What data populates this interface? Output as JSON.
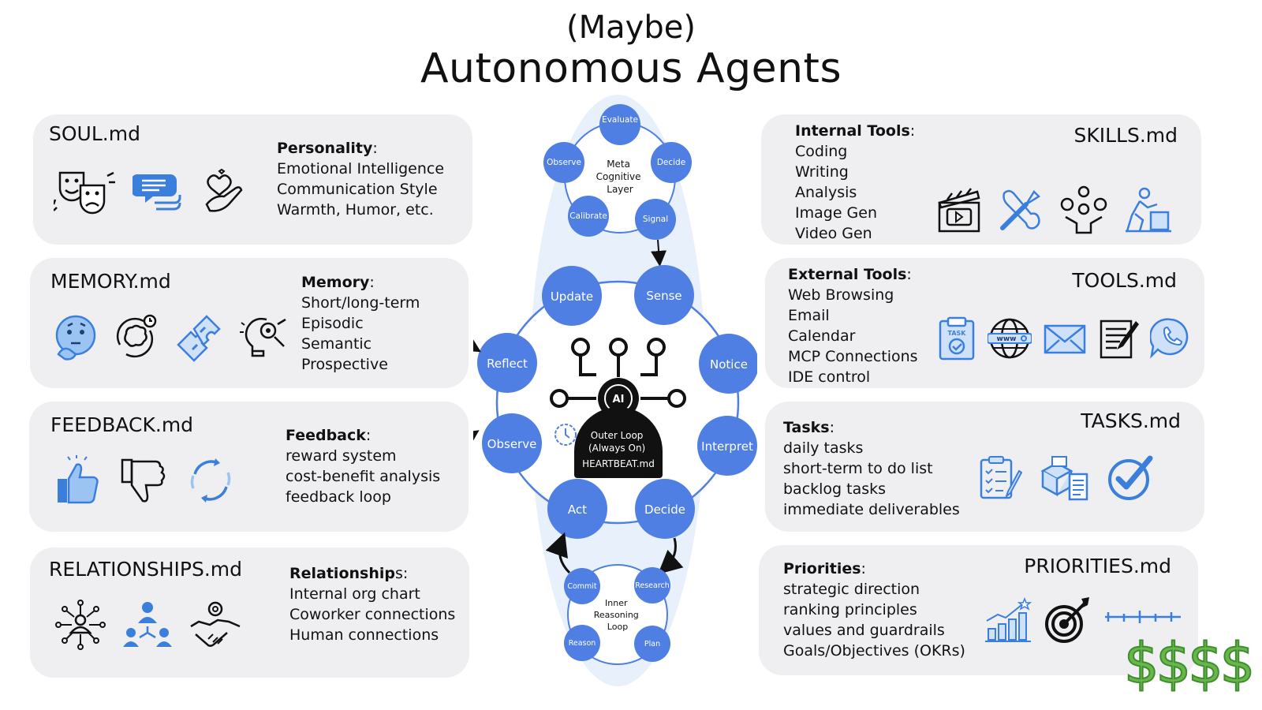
{
  "header": {
    "subtitle": "(Maybe)",
    "title": "Autonomous Agents"
  },
  "left_cards": [
    {
      "title": "SOUL.md",
      "heading": "Personality",
      "heading_suffix": ":",
      "items": [
        "Emotional Intelligence",
        "Communication Style",
        "Warmth, Humor, etc."
      ],
      "icons": [
        "theater-masks-icon",
        "chat-bubbles-icon",
        "heart-hand-icon"
      ]
    },
    {
      "title": "MEMORY.md",
      "heading": "Memory",
      "heading_suffix": ":",
      "items": [
        "Short/long-term",
        "Episodic",
        "Semantic",
        "Prospective"
      ],
      "icons": [
        "thinking-face-icon",
        "brain-cycle-icon",
        "puzzle-pieces-icon",
        "lightbulb-gears-icon"
      ]
    },
    {
      "title": "FEEDBACK.md",
      "heading": "Feedback",
      "heading_suffix": ":",
      "items": [
        "reward system",
        "cost-benefit analysis",
        "feedback loop"
      ],
      "icons": [
        "thumbs-up-icon",
        "thumbs-down-icon",
        "refresh-cycle-icon"
      ]
    },
    {
      "title": "RELATIONSHIPS.md",
      "heading": "Relationship",
      "heading_suffix": "s:",
      "items": [
        "Internal org chart",
        "Coworker connections",
        "Human connections"
      ],
      "icons": [
        "network-person-icon",
        "team-hierarchy-icon",
        "handshake-gear-icon"
      ]
    }
  ],
  "right_cards": [
    {
      "title": "SKILLS.md",
      "heading": "Internal Tools",
      "heading_suffix": ":",
      "items": [
        "Coding",
        "Writing",
        "Analysis",
        "Image Gen",
        "Video Gen"
      ],
      "icons": [
        "clapperboard-icon",
        "tools-icon",
        "juggling-person-icon",
        "worker-icon"
      ]
    },
    {
      "title": "TOOLS.md",
      "heading": "External Tools",
      "heading_suffix": ":",
      "items": [
        "Web Browsing",
        "Email",
        "Calendar",
        "MCP Connections",
        "IDE control"
      ],
      "icons": [
        "task-clipboard-icon",
        "www-globe-icon",
        "envelope-icon",
        "document-pen-icon",
        "phone-bubble-icon"
      ]
    },
    {
      "title": "TASKS.md",
      "heading": "Tasks",
      "heading_suffix": ":",
      "items": [
        "daily tasks",
        "short-term to do list",
        "backlog tasks",
        "immediate deliverables"
      ],
      "icons": [
        "checklist-icon",
        "boxes-list-icon",
        "check-circle-icon"
      ]
    },
    {
      "title": "PRIORITIES.md",
      "heading": "Priorities",
      "heading_suffix": ":",
      "items": [
        "strategic direction",
        "ranking principles",
        "values and guardrails",
        "Goals/Objectives (OKRs)"
      ],
      "icons": [
        "bar-chart-growth-icon",
        "target-arrow-icon",
        "timeline-icon"
      ]
    }
  ],
  "meta_layer": {
    "label_lines": [
      "Meta",
      "Cognitive",
      "Layer"
    ],
    "nodes": [
      "Evaluate",
      "Decide",
      "Signal",
      "Calibrate",
      "Observe"
    ]
  },
  "outer_loop": {
    "nodes": [
      "Sense",
      "Notice",
      "Interpret",
      "Decide",
      "Act",
      "Observe",
      "Reflect",
      "Update"
    ],
    "center_lines": [
      "Outer Loop",
      "(Always On)",
      "HEARTBEAT.md"
    ],
    "chip_label": "AI"
  },
  "inner_loop": {
    "label_lines": [
      "Inner",
      "Reasoning",
      "Loop"
    ],
    "nodes": [
      "Research",
      "Plan",
      "Reason",
      "Commit"
    ]
  },
  "decoration": {
    "money": "$$$$"
  },
  "colors": {
    "node_blue": "#4f7fe3",
    "oval_bg": "#e8f0fb",
    "card_bg": "#efeff1",
    "icon_blue": "#3b7fdc",
    "money_green": "#6bb64b"
  }
}
